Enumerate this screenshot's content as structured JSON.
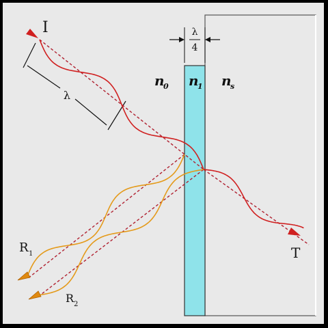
{
  "labels": {
    "incident": "I",
    "transmitted": "T",
    "reflected_1": "R",
    "reflected_1_sub": "1",
    "reflected_2": "R",
    "reflected_2_sub": "2",
    "wavelength": "λ",
    "thickness_num": "λ",
    "thickness_den": "4",
    "n0": "n",
    "n0_sub": "0",
    "n1": "n",
    "n1_sub": "1",
    "ns": "n",
    "ns_sub": "s"
  },
  "colors": {
    "background": "#e9e9e9",
    "frame": "#000000",
    "coating": "#8fe3ea",
    "incident_wave": "#d02020",
    "reflected_wave": "#e49a1a",
    "dashed_path": "#b02030",
    "arrow_head": "#d02020"
  }
}
